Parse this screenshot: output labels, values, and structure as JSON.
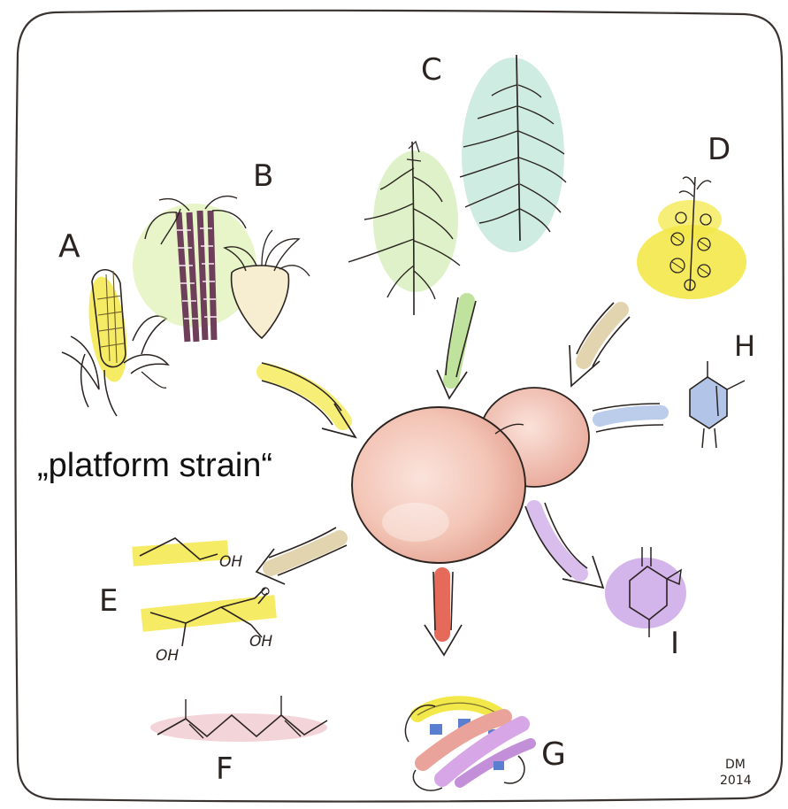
{
  "diagram": {
    "center_label": "„platform strain“",
    "labels": {
      "A": "A",
      "B": "B",
      "C": "C",
      "D": "D",
      "E": "E",
      "F": "F",
      "G": "G",
      "H": "H",
      "I": "I"
    },
    "chem_text": {
      "ethanol_oh": "OH",
      "lactic_oh_left": "OH",
      "lactic_oh_right": "OH"
    },
    "signature": {
      "initials": "DM",
      "year": "2014"
    }
  },
  "colors": {
    "ink": "#2a2320",
    "cell_fill": "#f2c2b2",
    "yellow": "#f3e84a",
    "green": "#a9d97c",
    "teal": "#a7dccb",
    "blue": "#9fb6e3",
    "purple": "#c9a3e6",
    "red": "#e0503c",
    "tan": "#d9c596",
    "pink": "#eab0b8"
  }
}
